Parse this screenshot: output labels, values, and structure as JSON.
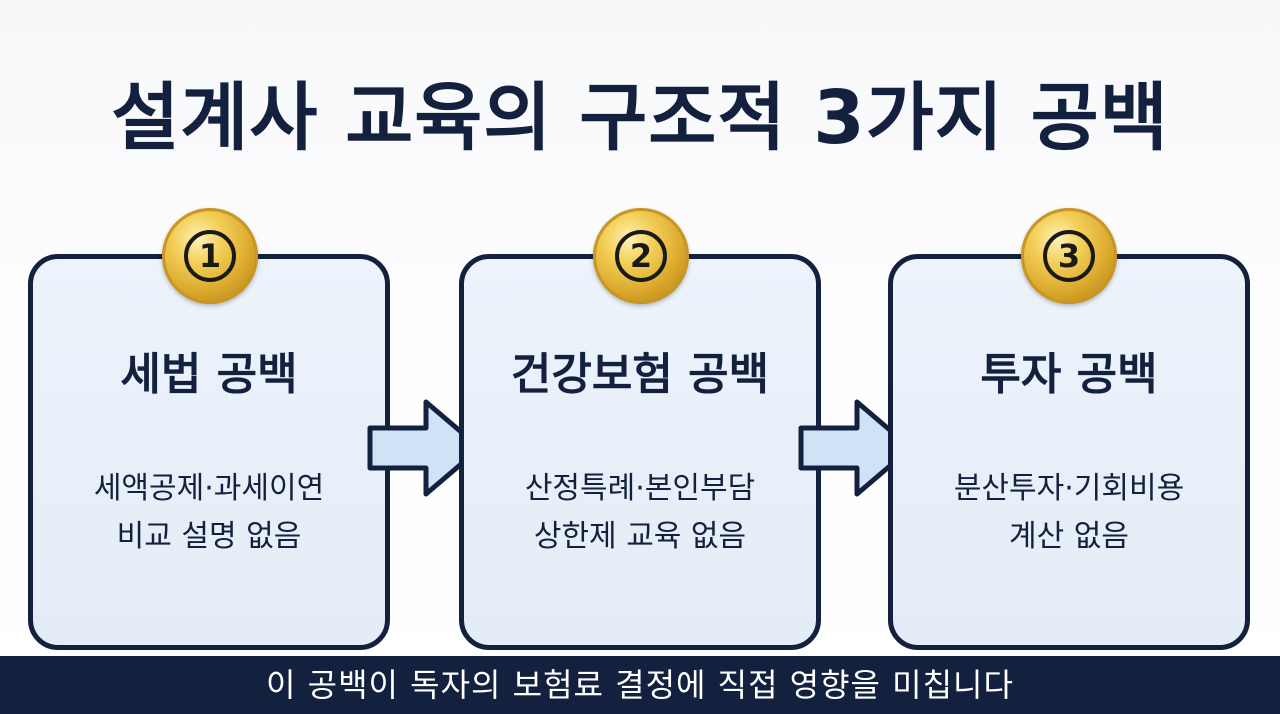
{
  "title": "설계사 교육의 구조적 3가지 공백",
  "cards": [
    {
      "number": "1",
      "heading": "세법 공백",
      "desc_lines": [
        "세액공제·과세이연",
        "비교 설명 없음"
      ]
    },
    {
      "number": "2",
      "heading": "건강보험 공백",
      "desc_lines": [
        "산정특례·본인부담",
        "상한제 교육 없음"
      ]
    },
    {
      "number": "3",
      "heading": "투자 공백",
      "desc_lines": [
        "분산투자·기회비용",
        "계산 없음"
      ]
    }
  ],
  "icons": {
    "badge": "gold-coin-number-icon",
    "arrow": "right-arrow-icon"
  },
  "colors": {
    "navy": "#13213e",
    "card_fill": "#e8eff9",
    "arrow_fill": "#cfe2f6",
    "gold": "#d9a62a"
  },
  "footer": "이 공백이 독자의 보험료 결정에 직접 영향을 미칩니다"
}
